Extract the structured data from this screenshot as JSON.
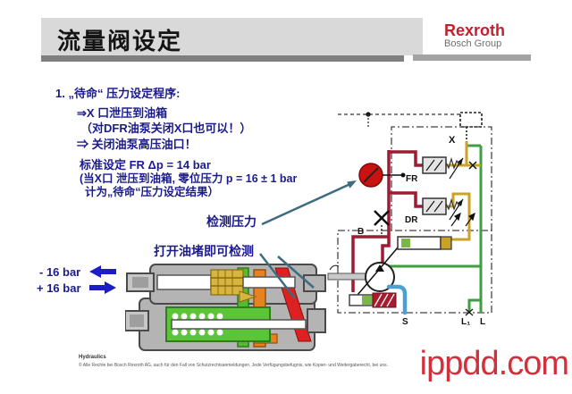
{
  "header": {
    "title": "流量阀设定",
    "brand": "Rexroth",
    "brand_group": "Bosch Group"
  },
  "content": {
    "step_title": "1. „待命“ 压力设定程序:",
    "bullet1": "⇒X 口泄压到油箱",
    "bullet1_note": "（对DFR油泵关闭X口也可以！）",
    "bullet2": "⇒ 关闭油泵高压油口！",
    "std1": "标准设定 FR Δp = 14 bar",
    "std2": "(当X口 泄压到油箱, 零位压力 p = 16 ± 1 bar",
    "std3": "计为„待命“压力设定结果）",
    "callout_gauge": "检测压力",
    "callout_plug": "打开油堵即可检测",
    "pressure_minus": "- 16 bar",
    "pressure_plus": "+ 16 bar"
  },
  "schematic": {
    "port_x": "X",
    "port_b": "B",
    "port_s": "S",
    "port_l1": "L₁",
    "port_l": "L",
    "valve_fr": "FR",
    "valve_dr": "DR"
  },
  "footer": {
    "product": "Hydraulics",
    "copyright": "© Alle Rechte bei Bosch Rexroth AG, auch für den Fall von Schutzrechtsanmeldungen. Jede Verfügungsbefugnis, wie Kopier- und Weitergaberecht, bei uns."
  },
  "watermark": "ippdd.com",
  "colors": {
    "brand_red": "#c41e2f",
    "text_navy": "#1b1b8e",
    "gauge_red": "#cc1111",
    "line_red": "#9e1b32",
    "line_green": "#3f9e3f",
    "line_yellow": "#c9a227",
    "line_blue": "#4a9fd4",
    "arrow_blue": "#1d1dc8",
    "callout_teal": "#3d6b80",
    "watermark_red": "#d3303d",
    "header_band_gray": "#d9d9d9",
    "bar_dark_gray": "#7f7f7f",
    "bar_light_gray": "#a3a3a3"
  }
}
